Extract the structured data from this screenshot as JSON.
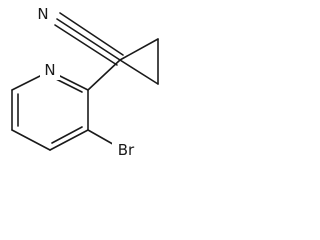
{
  "molecule": {
    "atoms": {
      "nitrile_n": "N",
      "pyridine_n": "N",
      "bromine": "Br"
    }
  }
}
